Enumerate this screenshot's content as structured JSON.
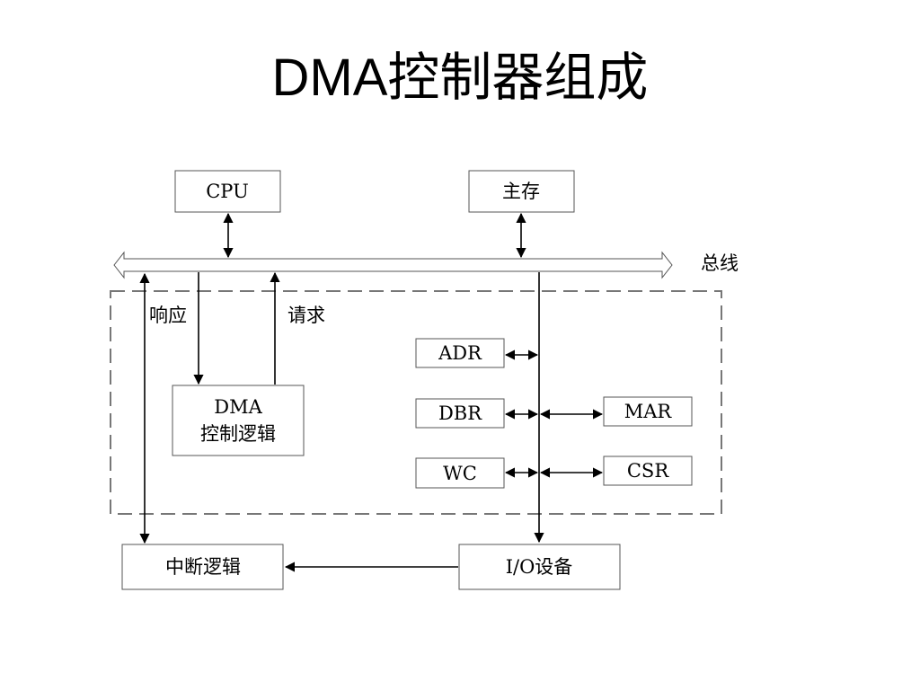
{
  "title": "DMA控制器组成",
  "nodes": {
    "cpu": "CPU",
    "memory": "主存",
    "bus": "总线",
    "response": "响应",
    "request": "请求",
    "dma_logic_line1": "DMA",
    "dma_logic_line2": "控制逻辑",
    "adr": "ADR",
    "dbr": "DBR",
    "wc": "WC",
    "mar": "MAR",
    "csr": "CSR",
    "interrupt_logic": "中断逻辑",
    "io_device": "I/O设备"
  }
}
